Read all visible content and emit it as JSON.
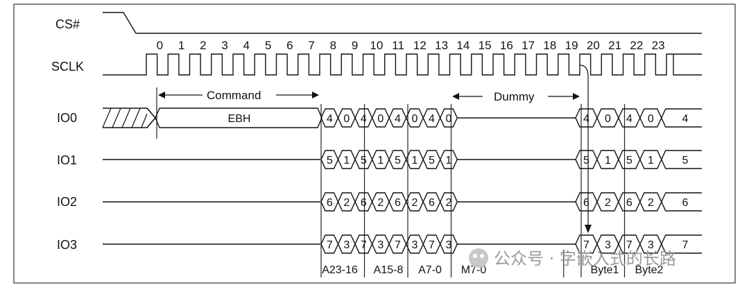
{
  "signals": {
    "cs": "CS#",
    "sclk": "SCLK",
    "io0": "IO0",
    "io1": "IO1",
    "io2": "IO2",
    "io3": "IO3"
  },
  "clock_numbers": [
    "0",
    "1",
    "2",
    "3",
    "4",
    "5",
    "6",
    "7",
    "8",
    "9",
    "10",
    "11",
    "12",
    "13",
    "14",
    "15",
    "16",
    "17",
    "18",
    "19",
    "20",
    "21",
    "22",
    "23"
  ],
  "command": {
    "label": "Command",
    "value": "EBH"
  },
  "dummy": {
    "label": "Dummy"
  },
  "io_values": {
    "io0": [
      "4",
      "0",
      "4",
      "0",
      "4",
      "0",
      "4",
      "0",
      "4",
      "0",
      "4",
      "0",
      "4"
    ],
    "io1": [
      "5",
      "1",
      "5",
      "1",
      "5",
      "1",
      "5",
      "1",
      "5",
      "1",
      "5",
      "1",
      "5"
    ],
    "io2": [
      "6",
      "2",
      "6",
      "2",
      "6",
      "2",
      "6",
      "2",
      "6",
      "2",
      "6",
      "2",
      "6"
    ],
    "io3": [
      "7",
      "3",
      "7",
      "3",
      "7",
      "3",
      "7",
      "3",
      "7",
      "3",
      "7",
      "3",
      "7"
    ]
  },
  "segments": [
    "A23-16",
    "A15-8",
    "A7-0",
    "M7-0",
    "Byte1",
    "Byte2"
  ],
  "watermark": "公众号 · 字嵌入式的长路"
}
